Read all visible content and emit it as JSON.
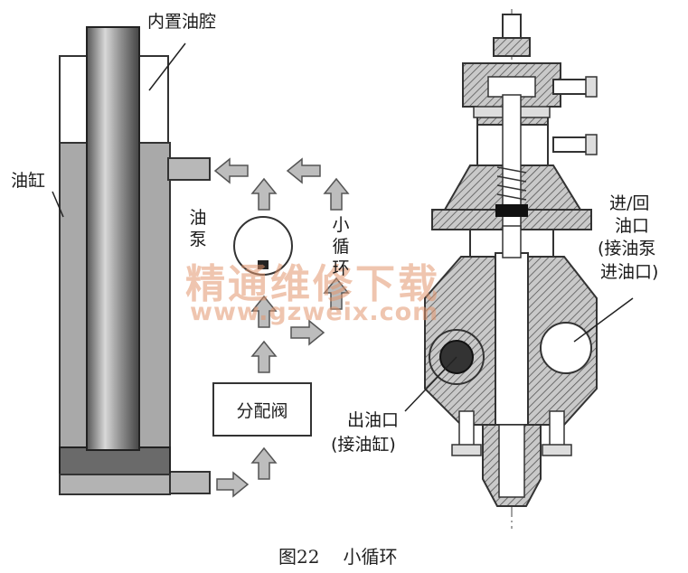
{
  "labels": {
    "inner_chamber": "内置油腔",
    "cylinder": "油缸",
    "pump": "油泵",
    "small_loop": "小循环",
    "valve": "分配阀",
    "inlet_line1": "进/回",
    "inlet_line2": "油口",
    "inlet_line3": "(接油泵",
    "inlet_line4": "进油口)",
    "outlet_line1": "出油口",
    "outlet_line2": "(接油缸)"
  },
  "watermark": {
    "text": "精通维修下载",
    "url": "www.gzweix.com"
  },
  "caption": {
    "figure": "图22",
    "title": "小循环"
  }
}
